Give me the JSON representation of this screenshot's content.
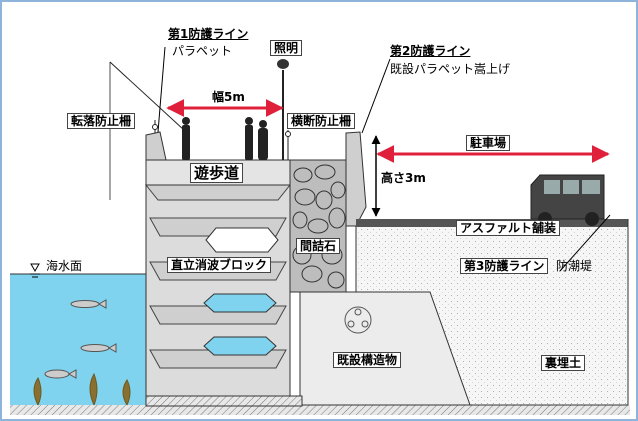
{
  "labels": {
    "line1_title": "第1防護ライン",
    "line1_sub": "パラペット",
    "lighting": "照明",
    "line2_title": "第2防護ライン",
    "line2_sub": "既設パラペット嵩上げ",
    "fall_fence": "転落防止柵",
    "width": "幅5m",
    "cross_fence": "横断防止柵",
    "parking": "駐車場",
    "promenade": "遊歩道",
    "height": "高さ3m",
    "asphalt": "アスファルト舗装",
    "sea_level": "海水面",
    "blocks": "直立消波ブロック",
    "filling_stone": "間詰石",
    "line3_title": "第3防護ライン",
    "seawall": "防潮堤",
    "existing_structure": "既設構造物",
    "backfill": "裏埋土"
  },
  "colors": {
    "sea": "#7fd3ee",
    "block": "#dcdcdc",
    "backfill": "#f4f4f4",
    "arrow": "#e0203a",
    "frame": "#8fb4dc"
  }
}
